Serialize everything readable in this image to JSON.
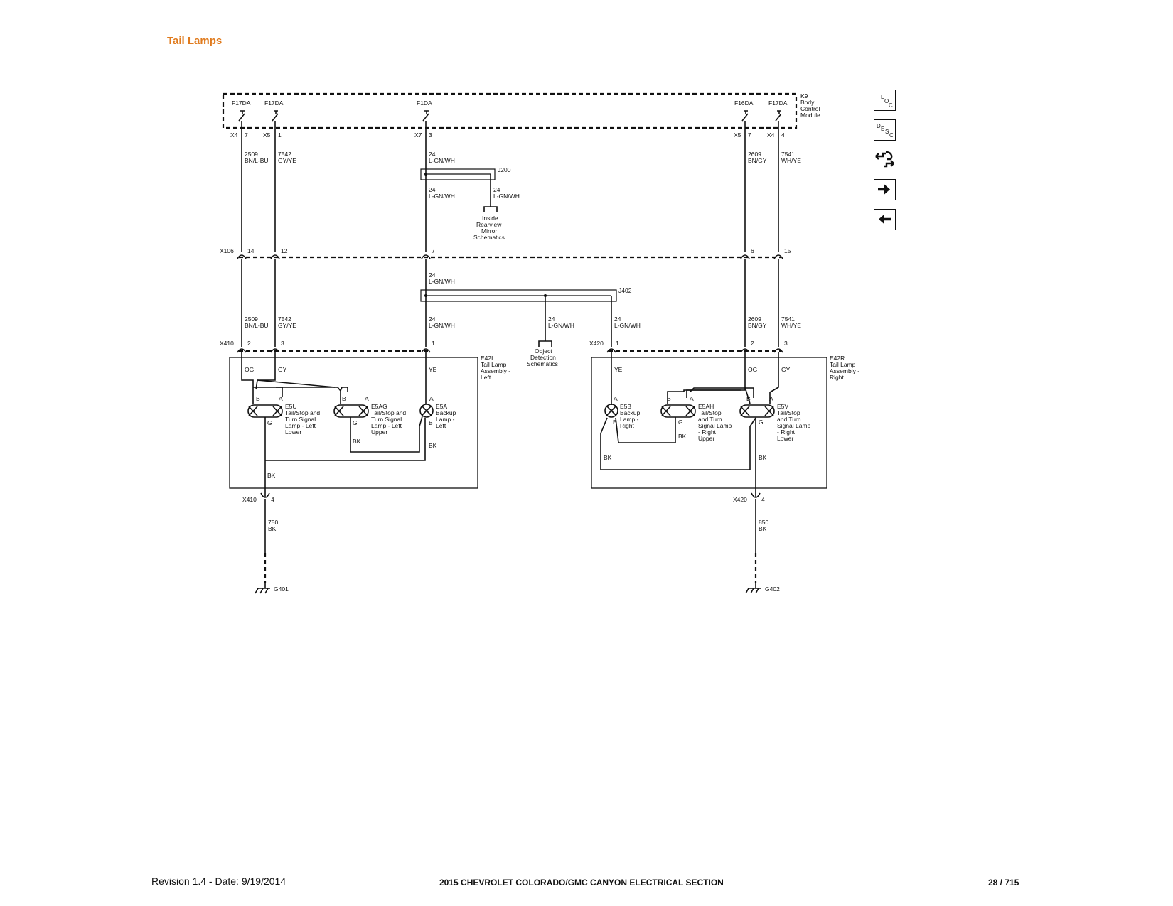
{
  "page_title": "Tail Lamps",
  "footer": {
    "revision": "Revision 1.4 - Date: 9/19/2014",
    "section": "2015 CHEVROLET COLORADO/GMC CANYON ELECTRICAL SECTION",
    "page": "28 / 715"
  },
  "nav_icons": [
    {
      "name": "location-icon",
      "letters": [
        "L",
        "O",
        "C"
      ]
    },
    {
      "name": "description-icon",
      "letters": [
        "D",
        "E",
        "S",
        "C"
      ]
    },
    {
      "name": "connector-icon"
    },
    {
      "name": "next-page-arrow-icon"
    },
    {
      "name": "previous-page-arrow-icon"
    }
  ],
  "labels": {
    "k9_1": "K9",
    "k9_2": "Body",
    "k9_3": "Control",
    "k9_4": "Module",
    "f_a": "F17DA",
    "f_b": "F17DA",
    "f_c": "F1DA",
    "f_d": "F16DA",
    "f_e": "F17DA",
    "x4a": "X4",
    "p7a": "7",
    "x5a": "X5",
    "p1a": "1",
    "x7": "X7",
    "p3": "3",
    "x5b": "X5",
    "p7b": "7",
    "x4b": "X4",
    "p4": "4",
    "c1n": "2509",
    "c1c": "BN/L-BU",
    "c2n": "7542",
    "c2c": "GY/YE",
    "c3n": "24",
    "c3c": "L-GN/WH",
    "c4n": "2609",
    "c4c": "BN/GY",
    "c5n": "7541",
    "c5c": "WH/YE",
    "j200": "J200",
    "j200an": "24",
    "j200ac": "L-GN/WH",
    "j200bn": "24",
    "j200bc": "L-GN/WH",
    "irm1": "Inside",
    "irm2": "Rearview",
    "irm3": "Mirror",
    "irm4": "Schematics",
    "x106": "X106",
    "x106p14": "14",
    "x106p12": "12",
    "x106p7": "7",
    "x106p6": "6",
    "x106p15": "15",
    "c6n": "24",
    "c6c": "L-GN/WH",
    "j402": "J402",
    "d1n": "2509",
    "d1c": "BN/L-BU",
    "d2n": "7542",
    "d2c": "GY/YE",
    "d3n": "24",
    "d3c": "L-GN/WH",
    "d4n": "24",
    "d4c": "L-GN/WH",
    "d5n": "24",
    "d5c": "L-GN/WH",
    "d6n": "2609",
    "d6c": "BN/GY",
    "d7n": "7541",
    "d7c": "WH/YE",
    "od1": "Object",
    "od2": "Detection",
    "od3": "Schematics",
    "x410": "X410",
    "x410p2": "2",
    "x410p3": "3",
    "x410p1": "1",
    "x420": "X420",
    "x420p1": "1",
    "x420p2": "2",
    "x420p3": "3",
    "e42l1": "E42L",
    "e42l2": "Tail Lamp",
    "e42l3": "Assembly -",
    "e42l4": "Left",
    "e42r1": "E42R",
    "e42r2": "Tail Lamp",
    "e42r3": "Assembly -",
    "e42r4": "Right",
    "og_l": "OG",
    "gy_l": "GY",
    "ye_l": "YE",
    "ye_r": "YE",
    "og_r": "OG",
    "gy_r": "GY",
    "e5u_b": "B",
    "e5u_a": "A",
    "e5ag_b": "B",
    "e5ag_a": "A",
    "e5a_a": "A",
    "e5u1": "E5U",
    "e5u2": "Tail/Stop and",
    "e5u3": "Turn Signal",
    "e5u4": "Lamp - Left",
    "e5u5": "Lower",
    "e5ag1": "E5AG",
    "e5ag2": "Tail/Stop and",
    "e5ag3": "Turn Signal",
    "e5ag4": "Lamp - Left",
    "e5ag5": "Upper",
    "e5a1": "E5A",
    "e5a2": "Backup",
    "e5a3": "Lamp -",
    "e5a4": "Left",
    "e5u_g": "G",
    "e5ag_g": "G",
    "e5a_bpin": "B",
    "bk_l1": "BK",
    "bk_l2": "BK",
    "bk_l3": "BK",
    "e5b_a": "A",
    "e5ah_b": "B",
    "e5ah_a": "A",
    "e5v_b": "B",
    "e5v_a": "A",
    "e5b1": "E5B",
    "e5b2": "Backup",
    "e5b3": "Lamp -",
    "e5b4": "Right",
    "e5b_bpin": "B",
    "e5ah1": "E5AH",
    "e5ah2": "Tail/Stop",
    "e5ah3": "and Turn",
    "e5ah4": "Signal Lamp",
    "e5ah5": "- Right",
    "e5ah6": "Upper",
    "e5v1": "E5V",
    "e5v2": "Tail/Stop",
    "e5v3": "and Turn",
    "e5v4": "Signal Lamp",
    "e5v5": "- Right",
    "e5v6": "Lower",
    "e5ah_g": "G",
    "e5v_g": "G",
    "bk_r1": "BK",
    "bk_r2": "BK",
    "bk_r3": "BK",
    "x410b": "X410",
    "x410bp4": "4",
    "x420b": "X420",
    "x420bp4": "4",
    "g1n": "750",
    "g1c": "BK",
    "g2n": "850",
    "g2c": "BK",
    "g401": "G401",
    "g402": "G402"
  }
}
